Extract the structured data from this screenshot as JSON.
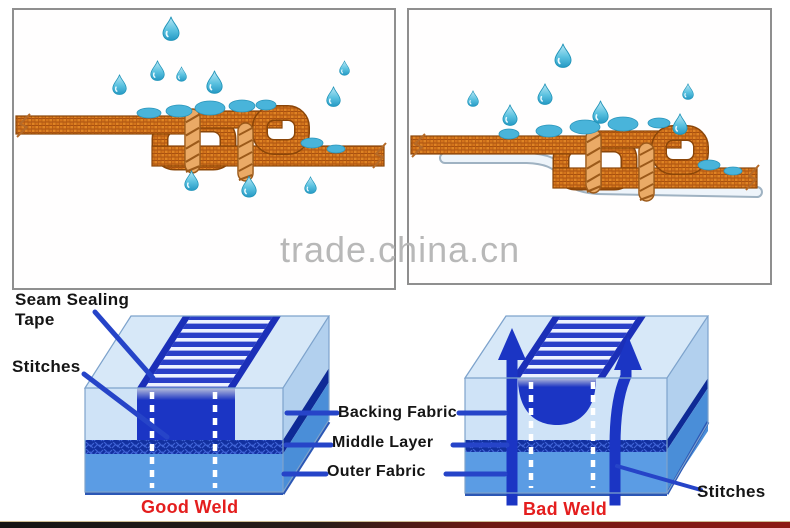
{
  "watermark": {
    "text": "trade.china.cn"
  },
  "diagram_labels": {
    "seam_sealing_tape": "Seam Sealing\nTape",
    "stitches_left": "Stitches",
    "backing_fabric": "Backing Fabric",
    "middle_layer": "Middle Layer",
    "outer_fabric": "Outer Fabric",
    "stitches_right": "Stitches",
    "good_weld": "Good Weld",
    "bad_weld": "Bad Weld"
  },
  "colors": {
    "fabric_orange": "#e08424",
    "fabric_grid": "#a8500f",
    "thread_tan": "#eaaa66",
    "droplet_blue": "#3fb0d8",
    "tape_blue": "#1b35c4",
    "rail_blue": "#1b2fb8",
    "backing_light": "#cfe3f7",
    "backing_side": "#b2d0ee",
    "top_face": "#d7e8f8",
    "middle_navy": "#12309f",
    "outer_blue": "#5b9ce4",
    "outer_side": "#4a8ed8",
    "weld_red": "#e41e1e",
    "label_black": "#151515",
    "connector_blue": "#2644c8",
    "watermark_gray": "#b3b3b3",
    "panel_border": "#8f8f8f",
    "tape_light": "#eef4fa"
  }
}
